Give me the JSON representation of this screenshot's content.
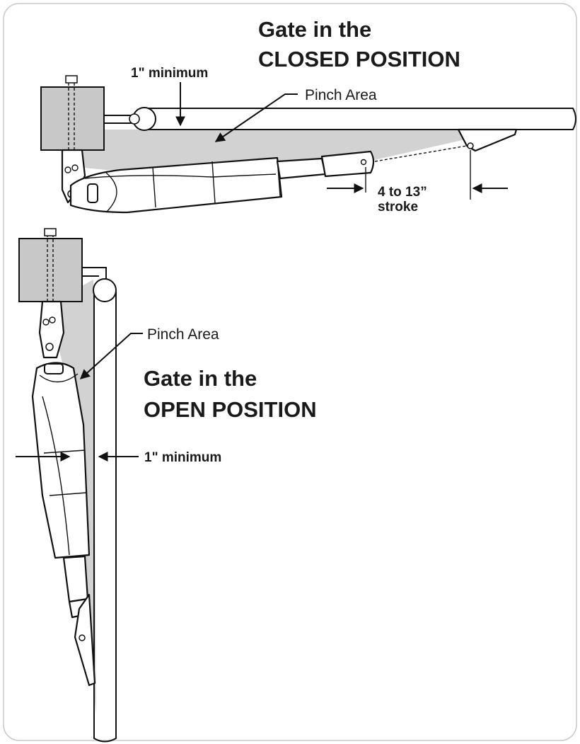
{
  "closed": {
    "heading_line1": "Gate in the",
    "heading_line2": "CLOSED POSITION",
    "minimum_label": "1\" minimum",
    "pinch_label": "Pinch Area",
    "stroke_line1": "4 to 13”",
    "stroke_line2": "stroke"
  },
  "open": {
    "heading_line1": "Gate in the",
    "heading_line2": "OPEN POSITION",
    "minimum_label": "1\" minimum",
    "pinch_label": "Pinch Area"
  },
  "colors": {
    "pinch_area": "#d2d2d2",
    "post": "#c8c8c8",
    "ink": "#111111"
  }
}
